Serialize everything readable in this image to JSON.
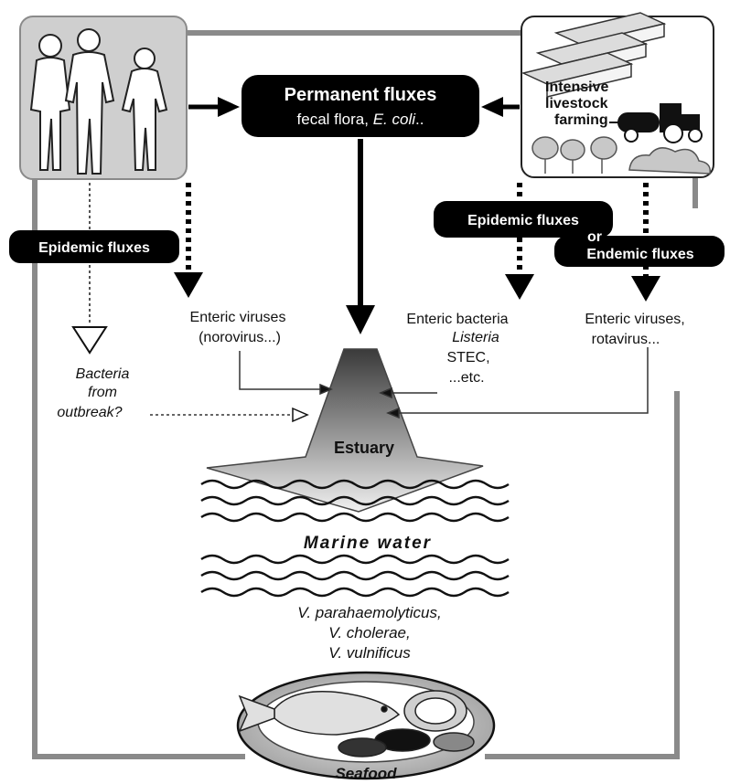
{
  "permanent": {
    "title": "Permanent fluxes",
    "subtitle_plain": "fecal flora, ",
    "subtitle_italic": "E. coli",
    "subtitle_tail": ".."
  },
  "livestock": {
    "line1": "Intensive",
    "line2": "livestock",
    "line3": "farming"
  },
  "epidemic_left": "Epidemic fluxes",
  "epidemic_right": "Epidemic fluxes",
  "or_word": "or",
  "endemic": "Endemic fluxes",
  "enteric_viruses_left": {
    "line1": "Enteric viruses",
    "line2": "(norovirus...)"
  },
  "enteric_bacteria": {
    "line1": "Enteric bacteria",
    "line2": "Listeria",
    "line3": "STEC,",
    "line4": "...etc."
  },
  "enteric_viruses_right": {
    "line1": "Enteric viruses,",
    "line2": "rotavirus..."
  },
  "outbreak": {
    "line1": "Bacteria",
    "line2": "from",
    "line3": "outbreak?"
  },
  "estuary": "Estuary",
  "marine_water": "Marine water",
  "vibrio": {
    "line1": "V. parahaemolyticus,",
    "line2": "V. cholerae,",
    "line3": "V. vulnificus"
  },
  "seafood": "Seafood",
  "colors": {
    "box_fill": "#000000",
    "box_text": "#ffffff",
    "frame": "#8a8a8a",
    "people_bg": "#cfcfcf"
  }
}
